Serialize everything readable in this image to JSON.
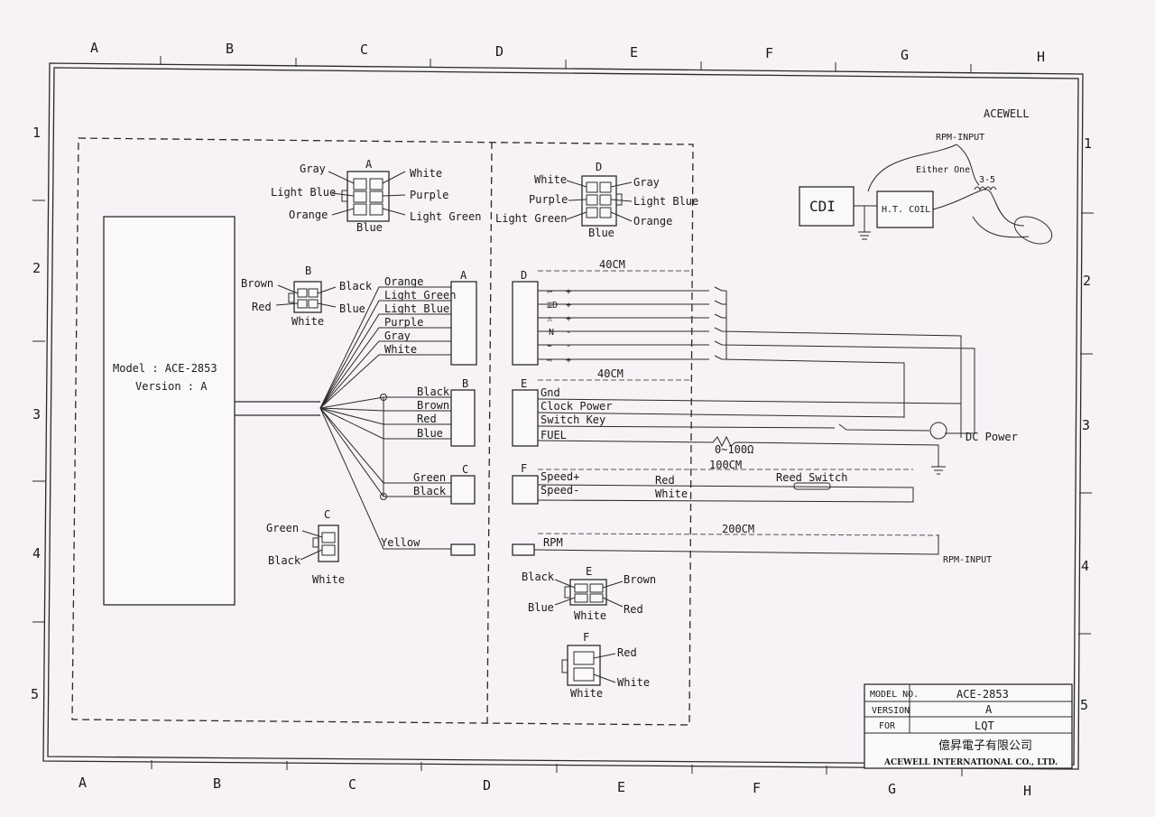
{
  "grid": {
    "columns": [
      "A",
      "B",
      "C",
      "D",
      "E",
      "F",
      "G",
      "H"
    ],
    "rows": [
      "1",
      "2",
      "3",
      "4",
      "5"
    ]
  },
  "header": {
    "brand": "ACEWELL"
  },
  "main_unit": {
    "model_line": "Model : ACE-2853",
    "version_line": "Version : A"
  },
  "connectors_top": {
    "A": {
      "letter": "A",
      "left": [
        "Gray",
        "Light Blue",
        "Orange"
      ],
      "right": [
        "White",
        "Purple",
        "Light Green"
      ],
      "body_color": "Blue"
    },
    "D": {
      "letter": "D",
      "left": [
        "White",
        "Purple",
        "Light Green"
      ],
      "right": [
        "Gray",
        "Light Blue",
        "Orange"
      ],
      "body_color": "Blue"
    },
    "B": {
      "letter": "B",
      "left": [
        "Brown",
        "Red"
      ],
      "right": [
        "Black",
        "Blue"
      ],
      "body_color": "White"
    },
    "C": {
      "letter": "C",
      "left": [
        "Green",
        "Black"
      ],
      "body_color": "White"
    },
    "E": {
      "letter": "E",
      "left": [
        "Black",
        "Blue"
      ],
      "right": [
        "Brown",
        "Red"
      ],
      "body_color": "White"
    },
    "F": {
      "letter": "F",
      "right": [
        "Red",
        "White"
      ],
      "body_color": "White"
    }
  },
  "harness": {
    "A": {
      "letter": "A",
      "wires": [
        "Orange",
        "Light Green",
        "Light Blue",
        "Purple",
        "Gray",
        "White"
      ]
    },
    "B": {
      "letter": "B",
      "wires": [
        "Black",
        "Brown",
        "Red",
        "Blue"
      ]
    },
    "C": {
      "letter": "C",
      "wires": [
        "Green",
        "Black"
      ]
    },
    "yellow": "Yellow"
  },
  "right_side": {
    "D": {
      "letter": "D",
      "length": "40CM",
      "signs": [
        "+",
        "+",
        "+",
        "-",
        "-",
        "+"
      ]
    },
    "E": {
      "letter": "E",
      "length": "40CM",
      "lines": [
        "Gnd",
        "Clock Power",
        "Switch Key",
        "FUEL"
      ]
    },
    "resistor": "0~100Ω",
    "F": {
      "letter": "F",
      "length": "100CM",
      "lines": [
        "Speed+",
        "Speed-"
      ],
      "wires": [
        "Red",
        "White"
      ],
      "reed": "Reed Switch"
    },
    "rpm": {
      "label": "RPM",
      "length": "200CM",
      "end": "RPM-INPUT"
    },
    "dc_power": "DC Power",
    "neutral": "N"
  },
  "ignition": {
    "cdi": "CDI",
    "coil": "H.T. COIL",
    "rpm_input": "RPM-INPUT",
    "either_one": "Either One",
    "turns": "3-5"
  },
  "title_block": {
    "rows": [
      {
        "key": "MODEL NO.",
        "value": "ACE-2853"
      },
      {
        "key": "VERSION",
        "value": "A"
      },
      {
        "key": "FOR",
        "value": "LQT"
      }
    ],
    "company_cn": "億昇電子有限公司",
    "company_en": "ACEWELL INTERNATIONAL CO., LTD."
  }
}
